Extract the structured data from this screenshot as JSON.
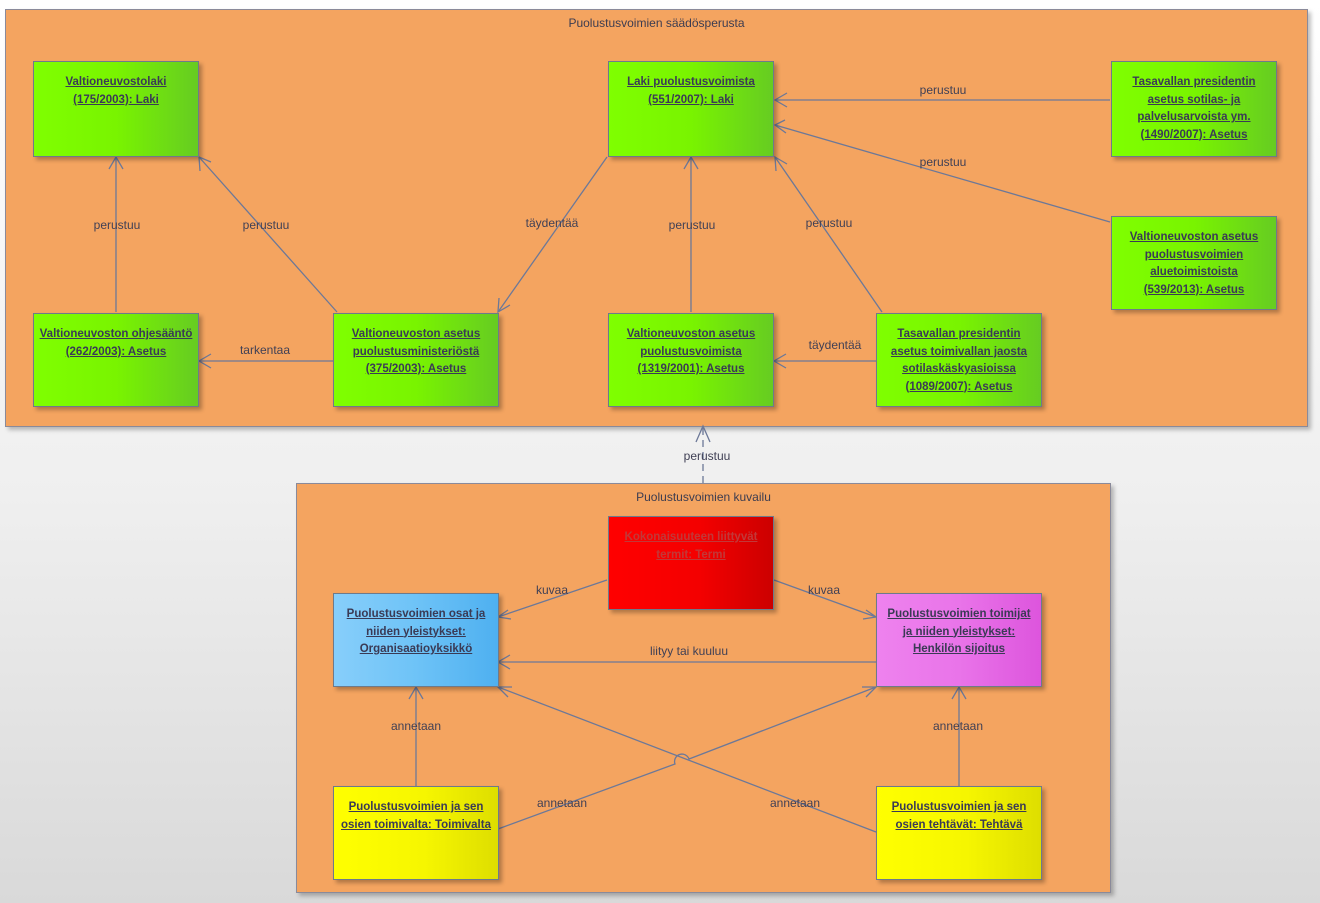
{
  "packages": {
    "top": {
      "title": "Puolustusvoimien säädösperusta"
    },
    "bottom": {
      "title": "Puolustusvoimien kuvailu"
    }
  },
  "nodes": {
    "valtioneuvostolaki": "Valtioneuvostolaki\n(175/2003): Laki",
    "laki_puolustusvoimista": "Laki puolustusvoimista\n(551/2007): Laki",
    "presidentti_sotilas": "Tasavallan presidentin\nasetus sotilas- ja\npalvelusarvoista ym.\n(1490/2007): Asetus",
    "vn_aluetoimistoista": "Valtioneuvoston asetus\npuolustusvoimien\naluetoimistoista\n(539/2013): Asetus",
    "vn_ohjesaanto": "Valtioneuvoston ohjesääntö\n(262/2003): Asetus",
    "vn_ministeriosta": "Valtioneuvoston asetus\npuolustusministeriöstä\n(375/2003): Asetus",
    "vn_puolustusvoimista": "Valtioneuvoston asetus\npuolustusvoimista\n(1319/2001): Asetus",
    "presidentti_toimivalta": "Tasavallan presidentin\nasetus toimivallan jaosta\nsotilaskäskyasioissa\n(1089/2007): Asetus",
    "termit": "Kokonaisuuteen liittyvät\ntermit: Termi",
    "osat": "Puolustusvoimien osat ja\nniiden yleistykset:\nOrganisaatioyksikkö",
    "toimijat": "Puolustusvoimien toimijat\nja niiden yleistykset:\nHenkilön sijoitus",
    "toimivalta": "Puolustusvoimien ja sen\nosien toimivalta: Toimivalta",
    "tehtavat": "Puolustusvoimien ja sen\nosien tehtävät: Tehtävä"
  },
  "edges": {
    "e1": "perustuu",
    "e2": "perustuu",
    "e3": "täydentää",
    "e4": "perustuu",
    "e5": "perustuu",
    "e6": "perustuu",
    "e7": "perustuu",
    "e8": "tarkentaa",
    "e9": "täydentää",
    "e10": "perustuu",
    "e11": "kuvaa",
    "e12": "kuvaa",
    "e13": "liityy tai kuuluu",
    "e14": "annetaan",
    "e15": "annetaan",
    "e16": "annetaan",
    "e17": "annetaan"
  },
  "colors": {
    "package_fill": "#f4a460",
    "law_node": "#7fff00",
    "term_node": "#ff0000",
    "org_node": "#87cefa",
    "actor_node": "#ee82ee",
    "competence_node": "#ffff00",
    "connector": "#6c7898"
  }
}
